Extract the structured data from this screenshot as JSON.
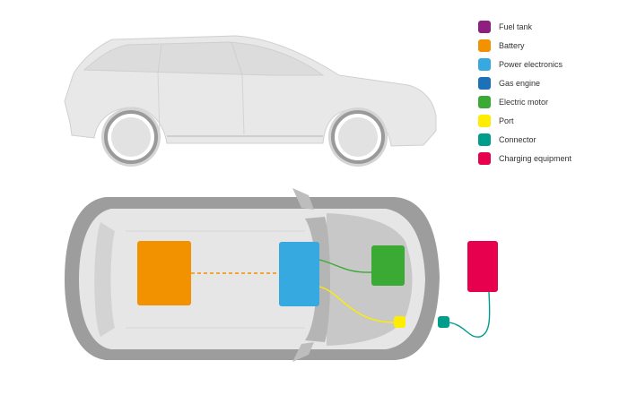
{
  "legend": [
    {
      "key": "fuel-tank",
      "label": "Fuel tank",
      "color": "#8e1f7e"
    },
    {
      "key": "battery",
      "label": "Battery",
      "color": "#f39200"
    },
    {
      "key": "power-electronics",
      "label": "Power electronics",
      "color": "#36a9e1"
    },
    {
      "key": "gas-engine",
      "label": "Gas engine",
      "color": "#1d71b8"
    },
    {
      "key": "electric-motor",
      "label": "Electric motor",
      "color": "#3aaa35"
    },
    {
      "key": "port",
      "label": "Port",
      "color": "#ffed00"
    },
    {
      "key": "connector",
      "label": "Connector",
      "color": "#009c8c"
    },
    {
      "key": "charging-equipment",
      "label": "Charging equipment",
      "color": "#e6004d"
    }
  ],
  "colors": {
    "car_body": "#e6e6e6",
    "car_shell": "#9d9d9d",
    "car_glass": "#cfcfcf",
    "tire": "#9a9a9a"
  }
}
